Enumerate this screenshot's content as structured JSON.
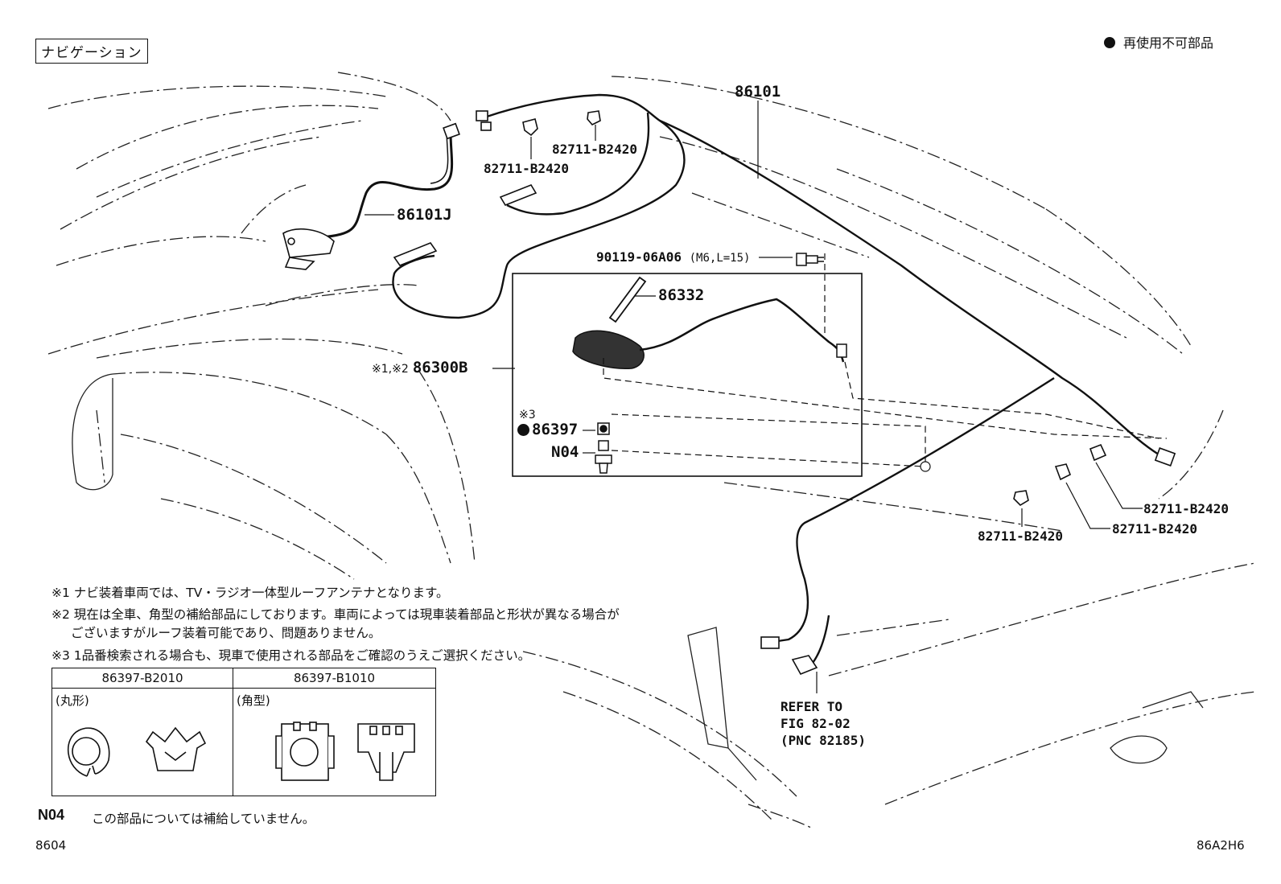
{
  "header": {
    "section_title": "ナビゲーション",
    "legend_label": "再使用不可部品"
  },
  "callouts": {
    "harness_main": "86101",
    "harness_j": "86101J",
    "clip_a": "82711-B2420",
    "clip_b": "82711-B2420",
    "bolt": "90119-06A06",
    "bolt_spec": "(M6,L=15)",
    "antenna_rod": "86332",
    "antenna_assy_marks": "※1,※2",
    "antenna_assy": "86300B",
    "pad_mark": "※3",
    "pad": "86397",
    "nut": "N04",
    "clip_c": "82711-B2420",
    "clip_d": "82711-B2420",
    "clip_e": "82711-B2420",
    "refer_to": "REFER TO\nFIG 82-02\n(PNC 82185)"
  },
  "notes": [
    "※1 ナビ装着車両では、TV・ラジオ一体型ルーフアンテナとなります。",
    "※2 現在は全車、角型の補給部品にしております。車両によっては現車装着部品と形状が異なる場合が",
    "ございますがルーフ装着可能であり、問題ありません。",
    "※3 1品番検索される場合も、現車で使用される部品をご確認のうえご選択ください。"
  ],
  "pad_table": {
    "columns": [
      "86397-B2010",
      "86397-B1010"
    ],
    "shapes": [
      "(丸形)",
      "(角型)"
    ]
  },
  "footnote": {
    "code": "N04",
    "text": "この部品については補給していません。"
  },
  "footer": {
    "page_no": "8604",
    "figure_id": "86A2H6"
  }
}
